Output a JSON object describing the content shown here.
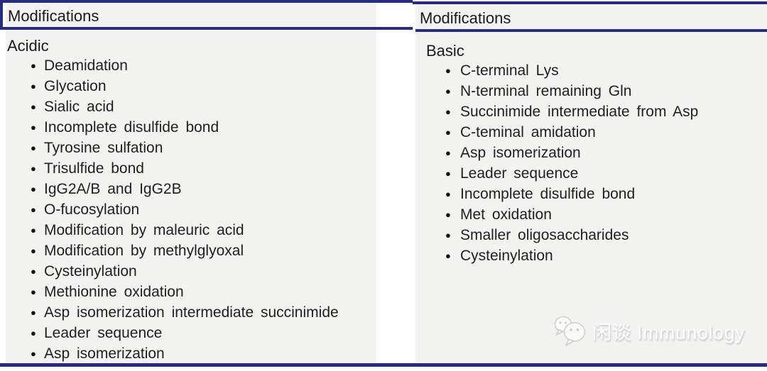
{
  "figure": {
    "type": "table",
    "columns": [
      {
        "header": "Modifications",
        "group": "Acidic",
        "items": [
          "Deamidation",
          "Glycation",
          "Sialic acid",
          "Incomplete disulfide bond",
          "Tyrosine sulfation",
          "Trisulfide bond",
          "IgG2A/B and IgG2B",
          "O-fucosylation",
          "Modification by maleuric acid",
          "Modification by methylglyoxal",
          "Cysteinylation",
          "Methionine oxidation",
          "Asp isomerization intermediate succinimide",
          "Leader sequence",
          "Asp isomerization"
        ]
      },
      {
        "header": "Modifications",
        "group": "Basic",
        "items": [
          "C-terminal Lys",
          "N-terminal remaining Gln",
          "Succinimide intermediate from Asp",
          "C-teminal amidation",
          "Asp isomerization",
          "Leader sequence",
          "Incomplete disulfide bond",
          "Met oxidation",
          "Smaller oligosaccharides",
          "Cysteinylation"
        ]
      }
    ]
  },
  "watermark": {
    "text": "闲谈 Immunology",
    "icon": "wechat-chat-bubbles-icon"
  },
  "colors": {
    "rule_navy": "#272c7e",
    "text": "#1f1f1f",
    "panel_bg": "#f2f2f1",
    "bullet": "#111111"
  }
}
